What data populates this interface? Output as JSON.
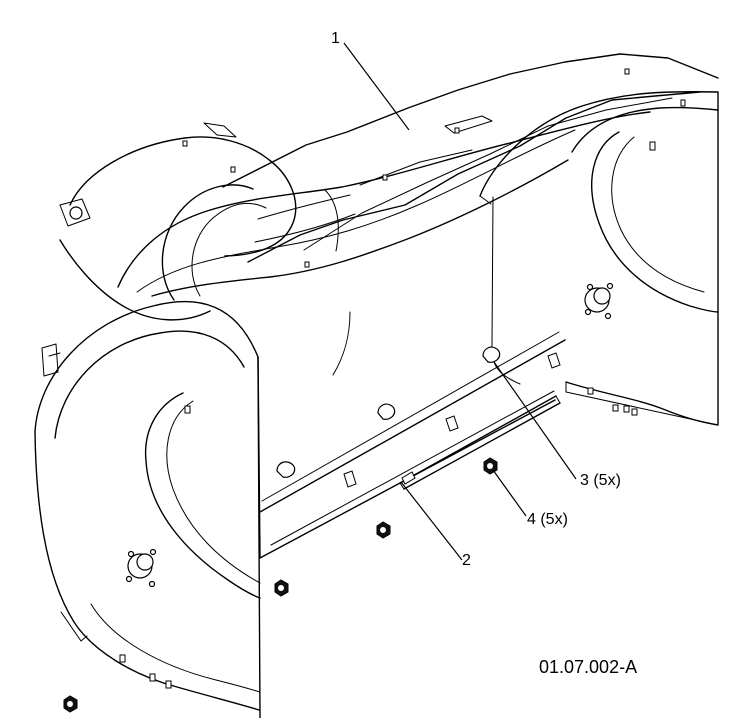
{
  "callouts": [
    {
      "id": "1",
      "label": "1"
    },
    {
      "id": "2",
      "label": "2"
    },
    {
      "id": "3",
      "label": "3 (5x)"
    },
    {
      "id": "4",
      "label": "4 (5x)"
    }
  ],
  "figure_code": "01.07.002-A",
  "colors": {
    "line": "#000000",
    "background": "#ffffff"
  }
}
